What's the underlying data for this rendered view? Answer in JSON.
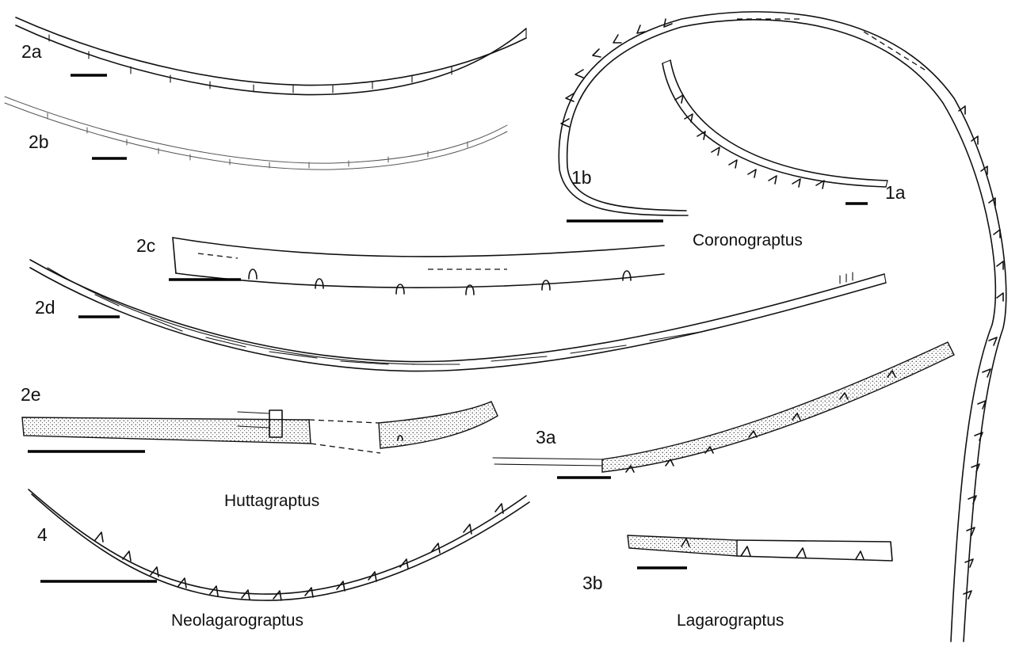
{
  "labels": {
    "fig_1a": "1a",
    "fig_1b": "1b",
    "fig_2a": "2a",
    "fig_2b": "2b",
    "fig_2c": "2c",
    "fig_2d": "2d",
    "fig_2e": "2e",
    "fig_3a": "3a",
    "fig_3b": "3b",
    "fig_4": "4"
  },
  "genera": {
    "coronograptus": "Coronograptus",
    "huttagraptus": "Huttagraptus",
    "neolagarograptus": "Neolagarograptus",
    "lagarograptus": "Lagarograptus"
  }
}
